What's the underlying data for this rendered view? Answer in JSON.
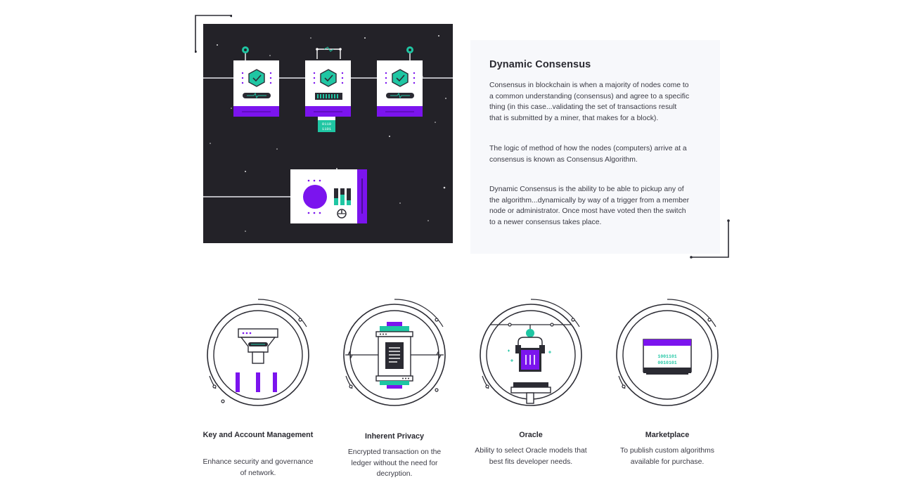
{
  "consensus": {
    "title": "Dynamic Consensus",
    "paragraphs": [
      "Consensus in blockchain is when a majority of nodes come to a common understanding (consensus) and agree to a specific thing (in this case...validating the set of transactions result that is submitted by a miner, that makes for a block).",
      "The logic of method of how the nodes (computers) arrive at a consensus is known as Consensus Algorithm.",
      "Dynamic Consensus is the ability to be able to pickup any of the algorithm...dynamically by way of a trigger from a member node or administrator. Once most have voted then the switch to a newer consensus takes place."
    ],
    "illustration_code": [
      "0110",
      "1101"
    ]
  },
  "features": [
    {
      "title": "Key and Account Management",
      "description": "Enhance security and governance of network.",
      "icon": "funnel-key-icon"
    },
    {
      "title": "Inherent Privacy",
      "description": "Encrypted transaction on the ledger without the need for decryption.",
      "icon": "privacy-server-icon"
    },
    {
      "title": "Oracle",
      "description": "Ability to select Oracle models that best fits developer needs.",
      "icon": "oracle-robot-icon"
    },
    {
      "title": "Marketplace",
      "description": "To publish custom algorithms available for purchase.",
      "icon": "marketplace-screen-icon"
    }
  ],
  "marketplace_code": [
    "1001101",
    "0010101"
  ],
  "colors": {
    "accent_purple": "#7b14ee",
    "accent_green": "#1fc6a3",
    "dark_bg": "#232228",
    "card_bg": "#f7f8fb",
    "line": "#2b2b33"
  }
}
